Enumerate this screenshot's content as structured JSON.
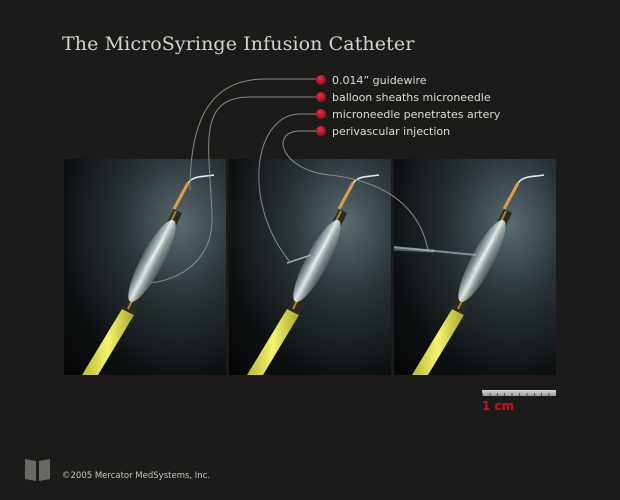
{
  "header": {
    "title": "The MicroSyringe Infusion Catheter"
  },
  "legend": {
    "items": [
      {
        "label": "0.014” guidewire"
      },
      {
        "label": "balloon sheaths microneedle"
      },
      {
        "label": "microneedle penetrates artery"
      },
      {
        "label": "perivascular injection"
      }
    ],
    "marker_color": "#c0152a"
  },
  "panels": [
    {
      "stage": "guidewire"
    },
    {
      "stage": "microneedle-penetrates"
    },
    {
      "stage": "perivascular-injection"
    }
  ],
  "scale": {
    "label": "1 cm"
  },
  "footer": {
    "copyright": "©2005 Mercator MedSystems, Inc."
  },
  "colors": {
    "background": "#1d1b19",
    "shaft": "#e8e84a",
    "accent_red": "#c0141e",
    "balloon": "#c8d2d4"
  }
}
